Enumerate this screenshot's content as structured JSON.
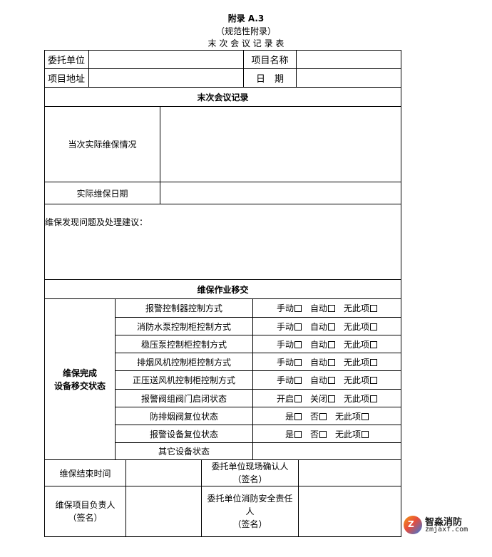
{
  "header": {
    "appendix": "附录 A.3",
    "normative": "（规范性附录）",
    "title": "末 次 会 议 记 录 表"
  },
  "info": {
    "client_label": "委托单位",
    "client_value": "",
    "project_name_label": "项目名称",
    "project_name_value": "",
    "project_address_label": "项目地址",
    "project_address_value": "",
    "date_label": "日　期",
    "date_value": ""
  },
  "meeting": {
    "section_title": "末次会议记录",
    "maintenance_status_label": "当次实际维保情况",
    "maintenance_status_value": "",
    "maintenance_date_label": "实际维保日期",
    "maintenance_date_value": "",
    "issues_label": "维保发现问题及处理建议："
  },
  "handover": {
    "section_title": "维保作业移交",
    "group_label_line1": "维保完成",
    "group_label_line2": "设备移交状态",
    "rows": [
      {
        "label": "报警控制器控制方式",
        "options": [
          "手动",
          "自动",
          "无此项"
        ]
      },
      {
        "label": "消防水泵控制柜控制方式",
        "options": [
          "手动",
          "自动",
          "无此项"
        ]
      },
      {
        "label": "稳压泵控制柜控制方式",
        "options": [
          "手动",
          "自动",
          "无此项"
        ]
      },
      {
        "label": "排烟风机控制柜控制方式",
        "options": [
          "手动",
          "自动",
          "无此项"
        ]
      },
      {
        "label": "正压送风机控制柜控制方式",
        "options": [
          "手动",
          "自动",
          "无此项"
        ]
      },
      {
        "label": "报警阀组阀门启闭状态",
        "options": [
          "开启",
          "关闭",
          "无此项"
        ]
      },
      {
        "label": "防排烟阀复位状态",
        "options": [
          "是",
          "否",
          "无此项"
        ]
      },
      {
        "label": "报警设备复位状态",
        "options": [
          "是",
          "否",
          "无此项"
        ]
      },
      {
        "label": "其它设备状态",
        "options": []
      }
    ]
  },
  "signoff": {
    "end_time_label": "维保结束时间",
    "end_time_value": "",
    "client_onsite_label": "委托单位现场确认人",
    "sign_note": "（签名）",
    "project_lead_label": "维保项目负责人",
    "client_safety_label_line1": "委托单位消防安全责任",
    "client_safety_label_line2": "人"
  },
  "watermark": {
    "title": "智淼消防",
    "url": "zmjaxf.com",
    "mark": "Z"
  }
}
